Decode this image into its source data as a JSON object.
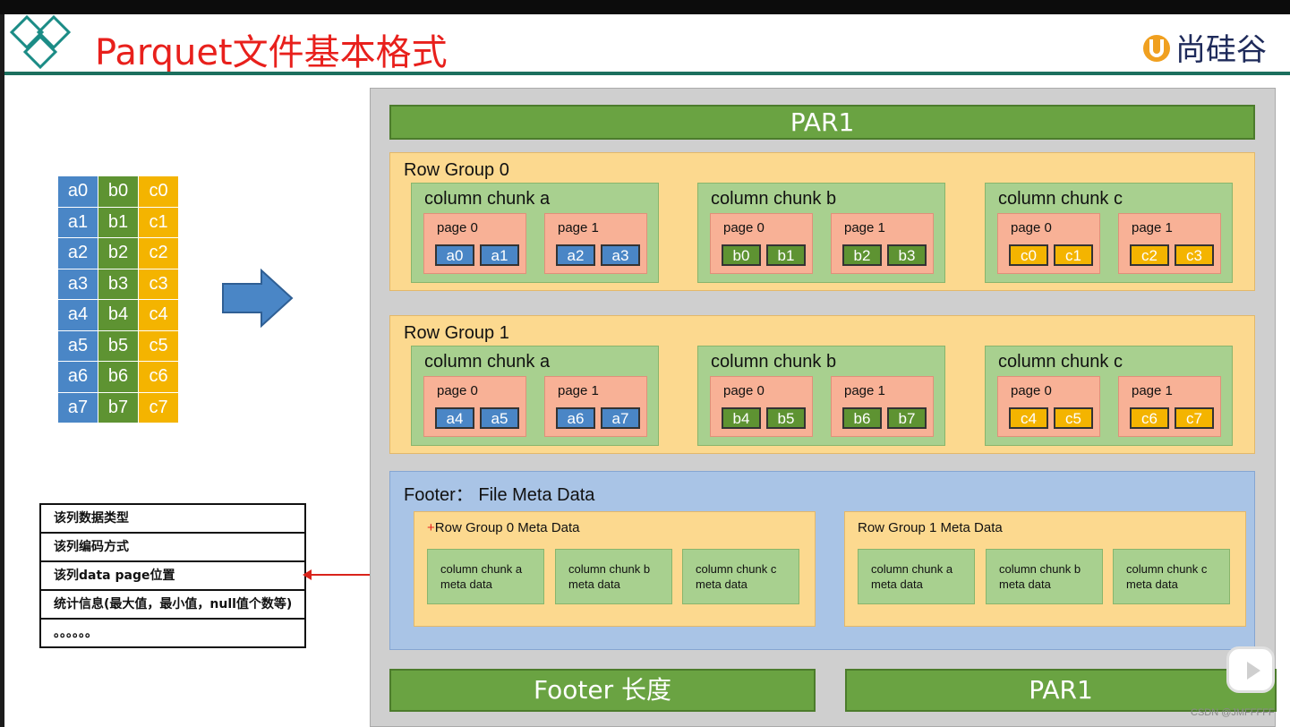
{
  "title": "Parquet文件基本格式",
  "brand": "尚硅谷",
  "colors": {
    "a_col": "#4a86c6",
    "b_col": "#5e9332",
    "c_col": "#f4b400",
    "title_red": "#e8201c"
  },
  "source_table": [
    [
      "a0",
      "b0",
      "c0"
    ],
    [
      "a1",
      "b1",
      "c1"
    ],
    [
      "a2",
      "b2",
      "c2"
    ],
    [
      "a3",
      "b3",
      "c3"
    ],
    [
      "a4",
      "b4",
      "c4"
    ],
    [
      "a5",
      "b5",
      "c5"
    ],
    [
      "a6",
      "b6",
      "c6"
    ],
    [
      "a7",
      "b7",
      "c7"
    ]
  ],
  "meta_list": [
    "该列数据类型",
    "该列编码方式",
    "该列data page位置",
    "统计信息(最大值，最小值，null值个数等)",
    "。。。。。。"
  ],
  "header": "PAR1",
  "row_groups": [
    {
      "title": "Row Group 0",
      "chunks": [
        {
          "title": "column chunk a",
          "col": "a",
          "pages": [
            {
              "title": "page 0",
              "cells": [
                "a0",
                "a1"
              ]
            },
            {
              "title": "page 1",
              "cells": [
                "a2",
                "a3"
              ]
            }
          ]
        },
        {
          "title": "column chunk b",
          "col": "b",
          "pages": [
            {
              "title": "page 0",
              "cells": [
                "b0",
                "b1"
              ]
            },
            {
              "title": "page 1",
              "cells": [
                "b2",
                "b3"
              ]
            }
          ]
        },
        {
          "title": "column chunk c",
          "col": "c",
          "pages": [
            {
              "title": "page 0",
              "cells": [
                "c0",
                "c1"
              ]
            },
            {
              "title": "page 1",
              "cells": [
                "c2",
                "c3"
              ]
            }
          ]
        }
      ]
    },
    {
      "title": "Row Group 1",
      "chunks": [
        {
          "title": "column chunk a",
          "col": "a",
          "pages": [
            {
              "title": "page 0",
              "cells": [
                "a4",
                "a5"
              ]
            },
            {
              "title": "page 1",
              "cells": [
                "a6",
                "a7"
              ]
            }
          ]
        },
        {
          "title": "column chunk b",
          "col": "b",
          "pages": [
            {
              "title": "page 0",
              "cells": [
                "b4",
                "b5"
              ]
            },
            {
              "title": "page 1",
              "cells": [
                "b6",
                "b7"
              ]
            }
          ]
        },
        {
          "title": "column chunk c",
          "col": "c",
          "pages": [
            {
              "title": "page 0",
              "cells": [
                "c4",
                "c5"
              ]
            },
            {
              "title": "page 1",
              "cells": [
                "c6",
                "c7"
              ]
            }
          ]
        }
      ]
    }
  ],
  "footer": {
    "title": "Footer： File Meta Data",
    "groups": [
      {
        "plus": "+",
        "title": "Row Group 0 Meta Data",
        "chunks": [
          "column chunk a\nmeta data",
          "column chunk b\nmeta data",
          "column chunk c\nmeta data"
        ]
      },
      {
        "plus": "",
        "title": "Row Group 1 Meta Data",
        "chunks": [
          "column chunk a\nmeta data",
          "column chunk b\nmeta data",
          "column chunk c\nmeta data"
        ]
      }
    ]
  },
  "footer_length": "Footer 长度",
  "trailer": "PAR1",
  "watermark": "CSDN @JMFFFFF"
}
